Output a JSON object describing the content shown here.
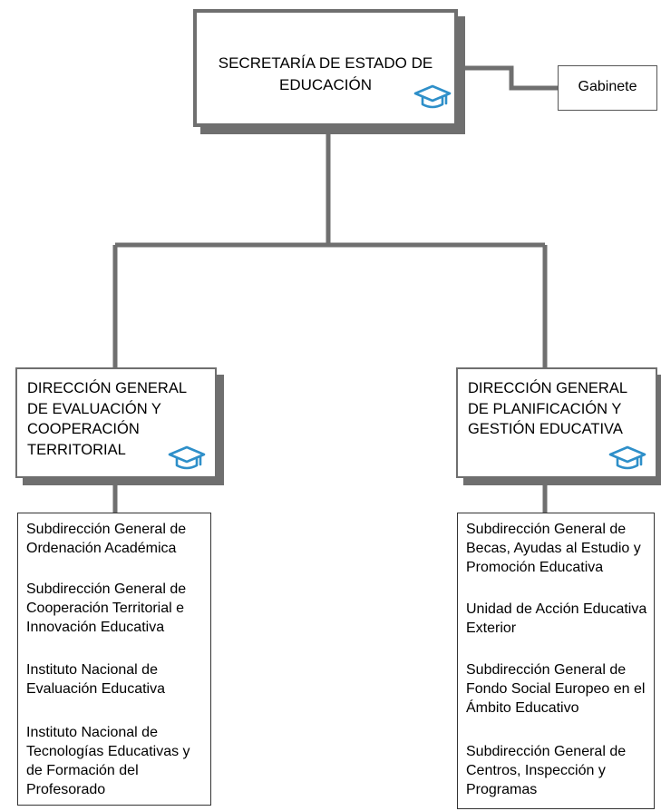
{
  "chart": {
    "root": {
      "title": "SECRETARÍA DE ESTADO DE EDUCACIÓN",
      "icon": "graduation-cap-icon"
    },
    "staff_unit": {
      "label": "Gabinete"
    },
    "directorates": [
      {
        "title": "DIRECCIÓN GENERAL DE EVALUACIÓN Y COOPERACIÓN TERRITORIAL",
        "icon": "graduation-cap-icon",
        "units": [
          "Subdirección General de Ordenación Académica",
          "Subdirección General de Cooperación Territorial e Innovación Educativa",
          "Instituto Nacional de Evaluación Educativa",
          "Instituto Nacional de Tecnologías Educativas y de Formación del Profesorado"
        ]
      },
      {
        "title": "DIRECCIÓN GENERAL DE PLANIFICACIÓN Y GESTIÓN EDUCATIVA",
        "icon": "graduation-cap-icon",
        "units": [
          "Subdirección General de Becas, Ayudas al Estudio y Promoción Educativa",
          "Unidad de Acción Educativa Exterior",
          "Subdirección General de Fondo Social Europeo en el Ámbito Educativo",
          "Subdirección General de Centros, Inspección y Programas"
        ]
      }
    ]
  },
  "colors": {
    "connector": "#6f6f6f",
    "box_border": "#6f6f6f",
    "shadow": "#6f6f6f",
    "icon": "#2e8fc9",
    "text": "#000000",
    "background": "#ffffff"
  }
}
